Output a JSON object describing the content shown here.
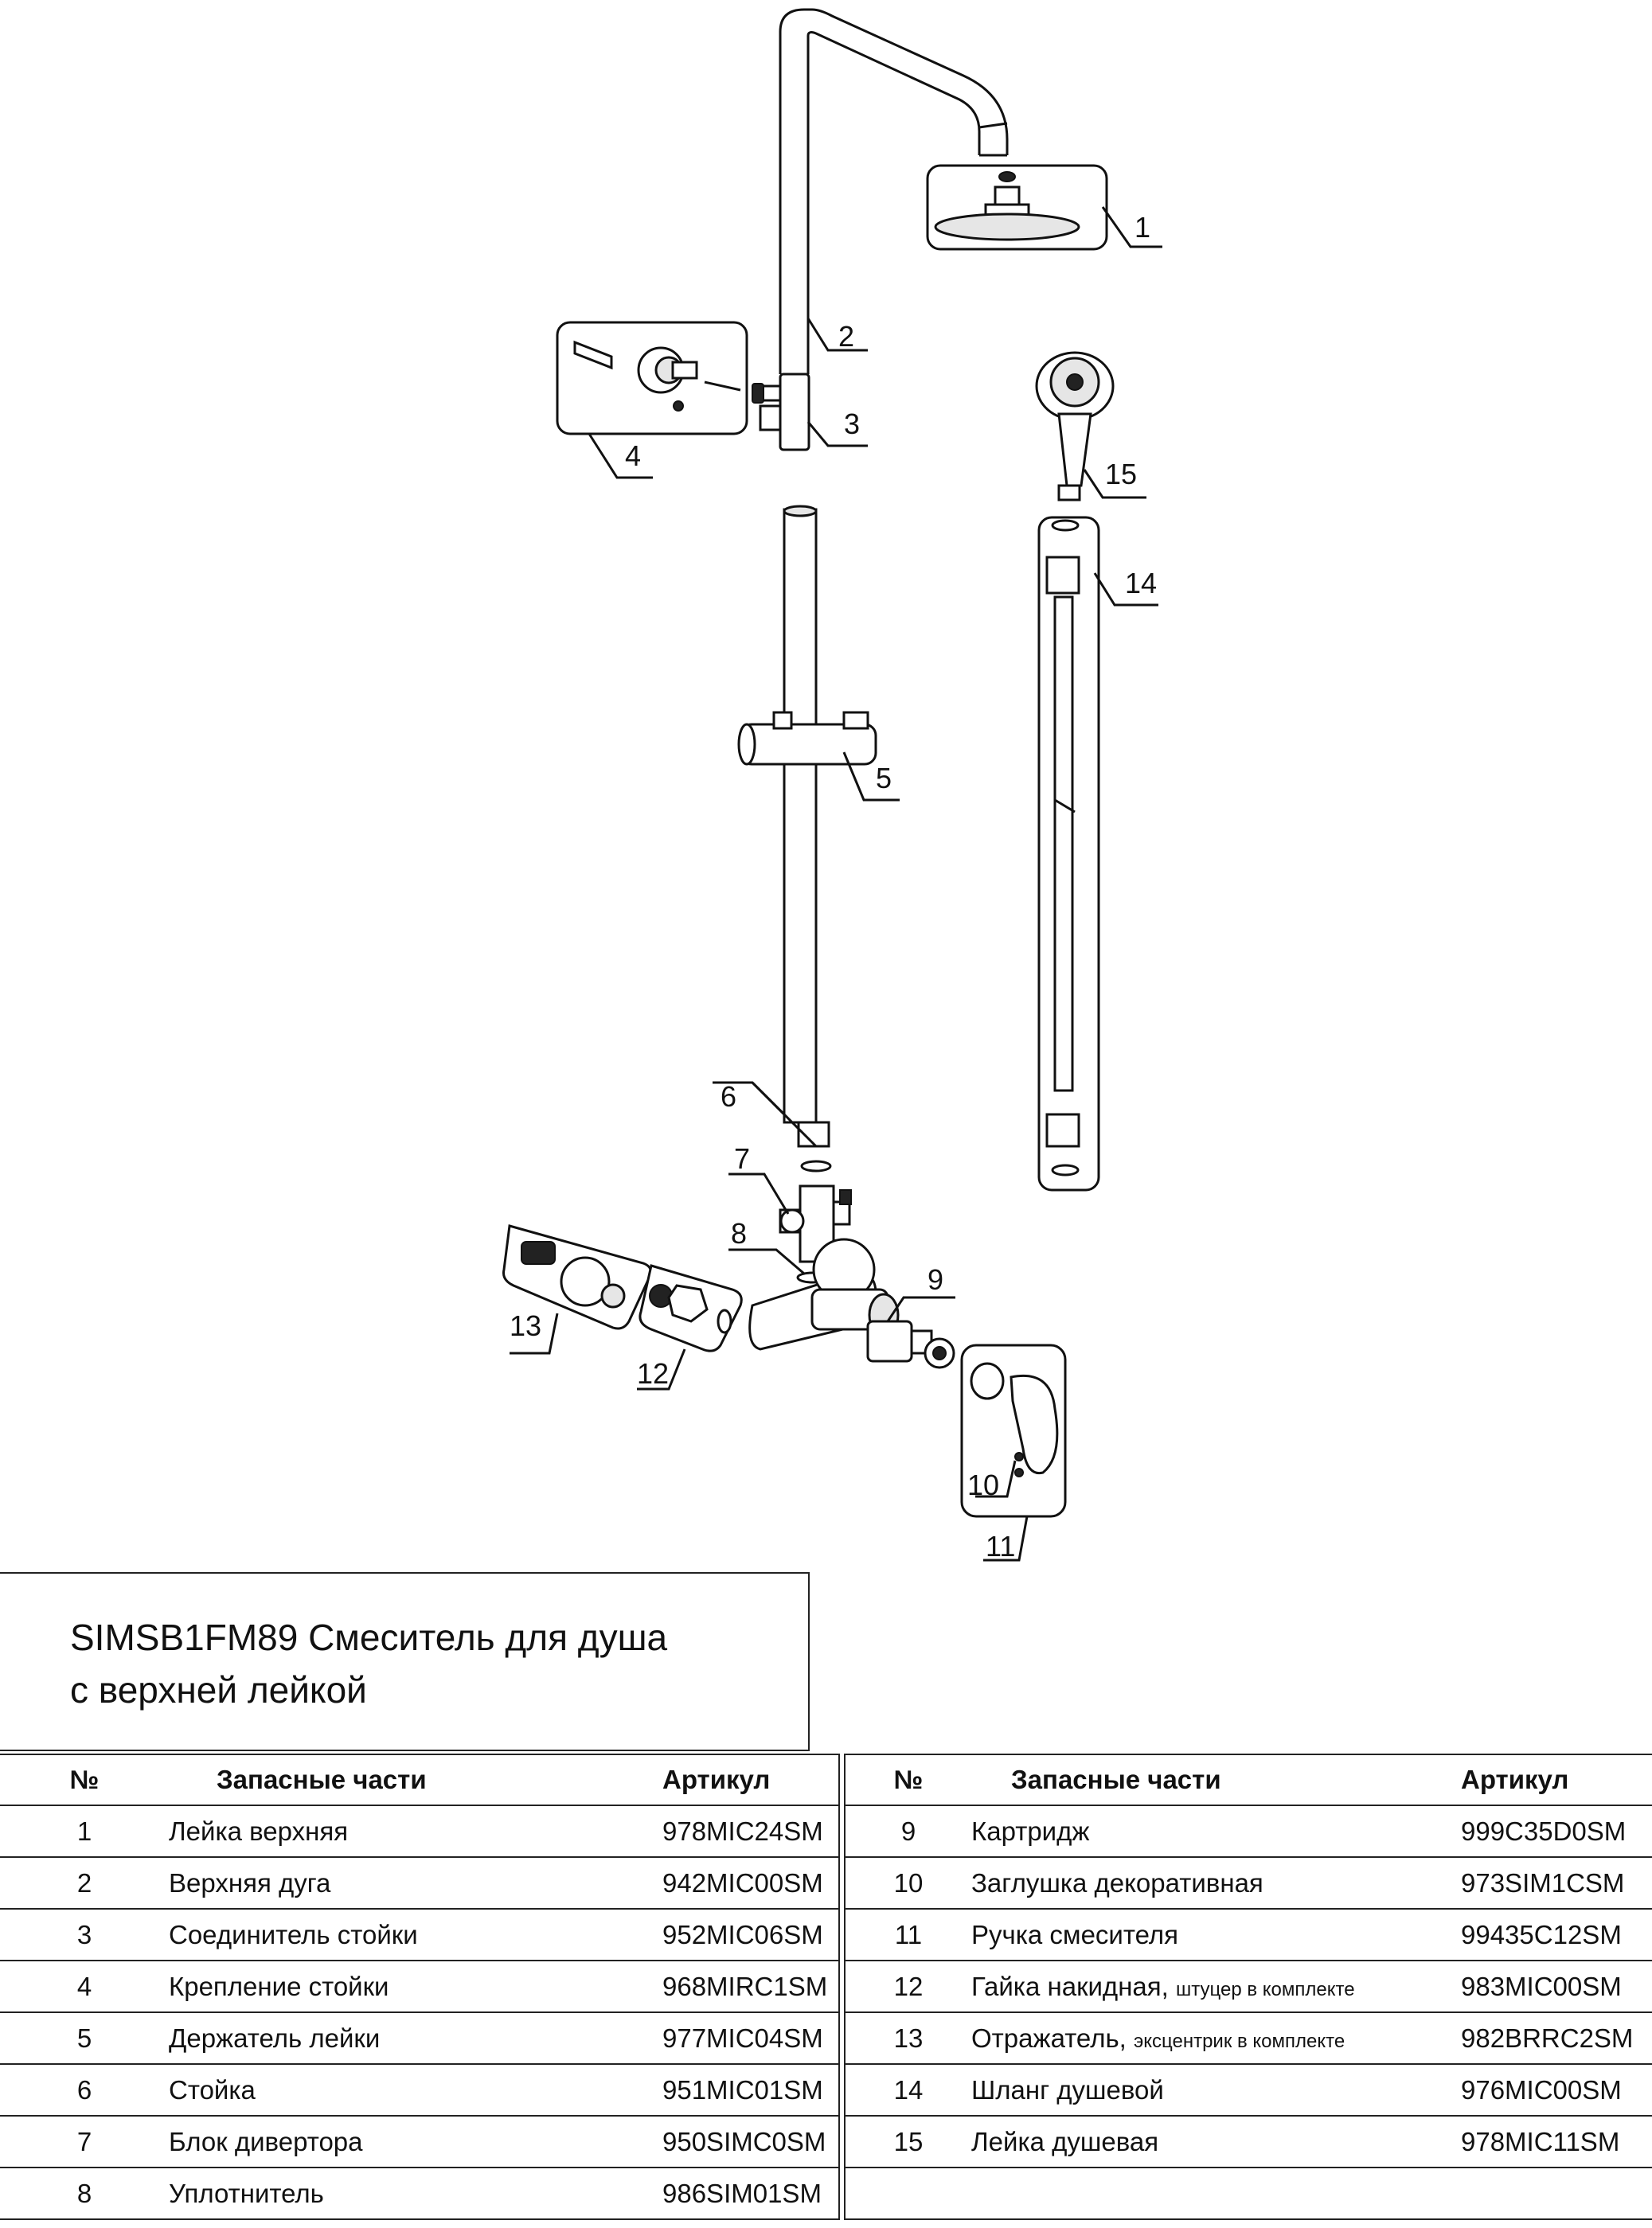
{
  "title": {
    "line1": "SIMSB1FM89 Смеситель для душа",
    "line2": "с верхней лейкой"
  },
  "callouts": [
    "1",
    "2",
    "3",
    "4",
    "5",
    "6",
    "7",
    "8",
    "9",
    "10",
    "11",
    "12",
    "13",
    "14",
    "15"
  ],
  "table": {
    "headers": {
      "no": "№",
      "part": "Запасные части",
      "article": "Артикул"
    },
    "left": [
      {
        "no": "1",
        "name": "Лейка верхняя",
        "note": "",
        "article": "978MIC24SM"
      },
      {
        "no": "2",
        "name": "Верхняя дуга",
        "note": "",
        "article": "942MIC00SM"
      },
      {
        "no": "3",
        "name": "Соединитель стойки",
        "note": "",
        "article": "952MIC06SM"
      },
      {
        "no": "4",
        "name": "Крепление стойки",
        "note": "",
        "article": "968MIRC1SM"
      },
      {
        "no": "5",
        "name": "Держатель лейки",
        "note": "",
        "article": "977MIC04SM"
      },
      {
        "no": "6",
        "name": "Стойка",
        "note": "",
        "article": "951MIC01SM"
      },
      {
        "no": "7",
        "name": "Блок дивертора",
        "note": "",
        "article": "950SIMC0SM"
      },
      {
        "no": "8",
        "name": "Уплотнитель",
        "note": "",
        "article": "986SIM01SM"
      }
    ],
    "right": [
      {
        "no": "9",
        "name": "Картридж",
        "note": "",
        "article": "999C35D0SM"
      },
      {
        "no": "10",
        "name": "Заглушка декоративная",
        "note": "",
        "article": "973SIM1CSM"
      },
      {
        "no": "11",
        "name": "Ручка смесителя",
        "note": "",
        "article": "99435C12SM"
      },
      {
        "no": "12",
        "name": "Гайка накидная,",
        "note": "штуцер в комплекте",
        "article": "983MIC00SM"
      },
      {
        "no": "13",
        "name": "Отражатель,",
        "note": "эксцентрик в комплекте",
        "article": "982BRRC2SM"
      },
      {
        "no": "14",
        "name": "Шланг душевой",
        "note": "",
        "article": "976MIC00SM"
      },
      {
        "no": "15",
        "name": "Лейка душевая",
        "note": "",
        "article": "978MIC11SM"
      },
      {
        "no": "",
        "name": "",
        "note": "",
        "article": ""
      }
    ]
  }
}
